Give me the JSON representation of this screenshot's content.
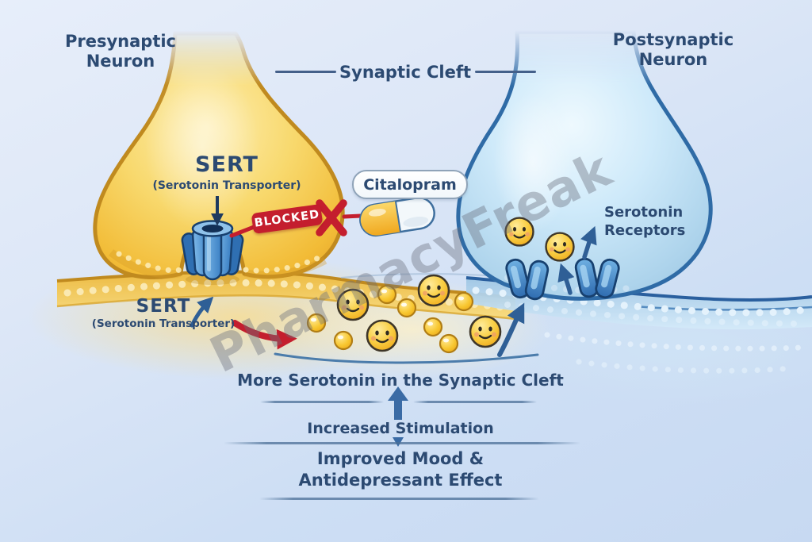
{
  "labels": {
    "presynaptic_neuron": "Presynaptic Neuron",
    "synaptic_cleft": "Synaptic Cleft",
    "postsynaptic_neuron": "Postsynaptic Neuron",
    "sert_upper": {
      "name": "SERT",
      "full": "(Serotonin Transporter)"
    },
    "sert_lower": {
      "name": "SERT",
      "full": "(Serotonin Transporter)"
    },
    "blocked_badge": "BLOCKED",
    "drug_name": "Citalopram",
    "serotonin_receptors": "Serotonin Receptors",
    "outcome_step1": "More Serotonin in the Synaptic Cleft",
    "outcome_step2": "Increased Stimulation",
    "outcome_step3": "Improved Mood & Antidepressant Effect",
    "watermark": "PharmacyFreak"
  },
  "molecules": {
    "serotonin_smiley_count_cleft": 4,
    "serotonin_vesicle_count_cleft": 7,
    "serotonin_smiley_count_postsynaptic": 2,
    "receptor_count": 2
  },
  "icons": {
    "serotonin_molecule": "smiley-face-ball",
    "serotonin_vesicle": "yellow-ball",
    "blocked_marker": "red-x",
    "drug": "two-tone-capsule"
  },
  "colors": {
    "navy_text": "#2c4a72",
    "background_blue": "#d5e2f4",
    "presynaptic_yellow": "#f6c94a",
    "presynaptic_outline": "#c08a1f",
    "postsynaptic_blue": "#bcdcf0",
    "postsynaptic_outline": "#2f6ba6",
    "transporter_blue": "#3f86cc",
    "serotonin_yellow": "#f9cf45",
    "red_accent": "#c41e2e",
    "capsule_gold": "#f5b83a",
    "capsule_white": "#eef4f8",
    "watermark_gray": "#686f7c"
  }
}
